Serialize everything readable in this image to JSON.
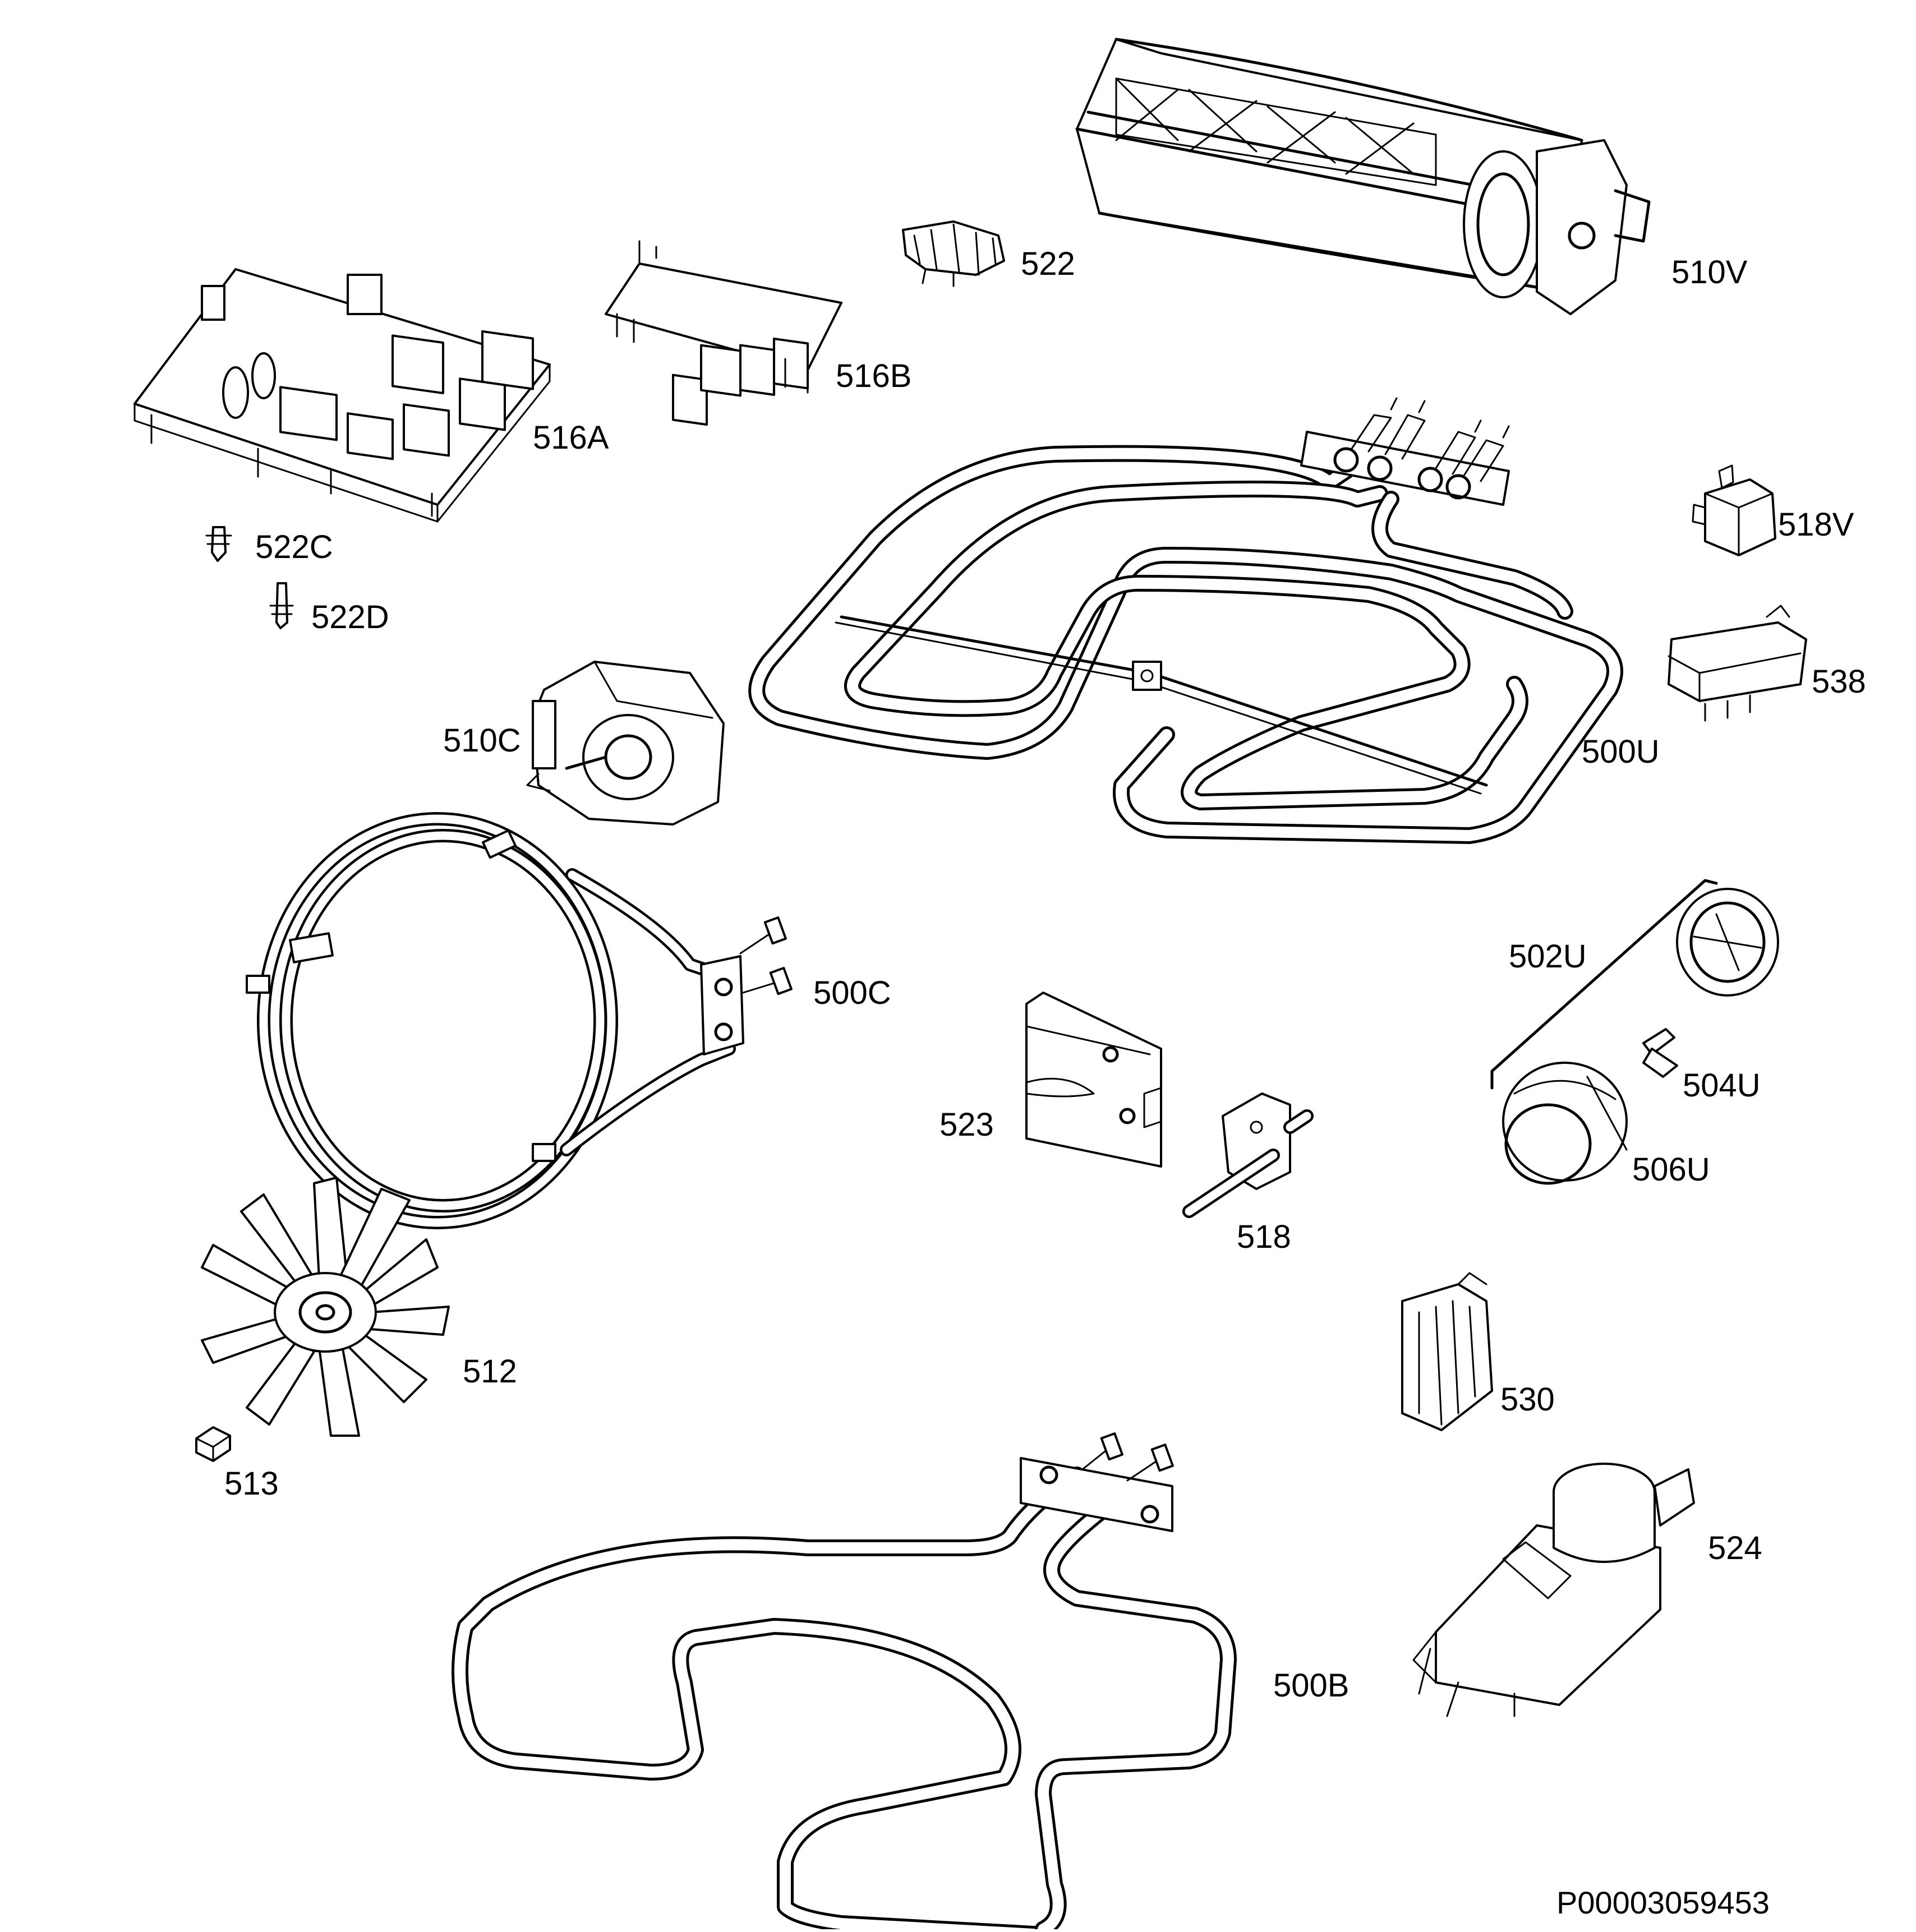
{
  "diagram": {
    "reference_number": "P00003059453",
    "parts": [
      {
        "id": "510V"
      },
      {
        "id": "522"
      },
      {
        "id": "516B"
      },
      {
        "id": "516A"
      },
      {
        "id": "522C"
      },
      {
        "id": "522D"
      },
      {
        "id": "518V"
      },
      {
        "id": "538"
      },
      {
        "id": "500U"
      },
      {
        "id": "510C"
      },
      {
        "id": "500C"
      },
      {
        "id": "502U"
      },
      {
        "id": "504U"
      },
      {
        "id": "506U"
      },
      {
        "id": "523"
      },
      {
        "id": "518"
      },
      {
        "id": "512"
      },
      {
        "id": "513"
      },
      {
        "id": "530"
      },
      {
        "id": "524"
      },
      {
        "id": "500B"
      }
    ]
  }
}
